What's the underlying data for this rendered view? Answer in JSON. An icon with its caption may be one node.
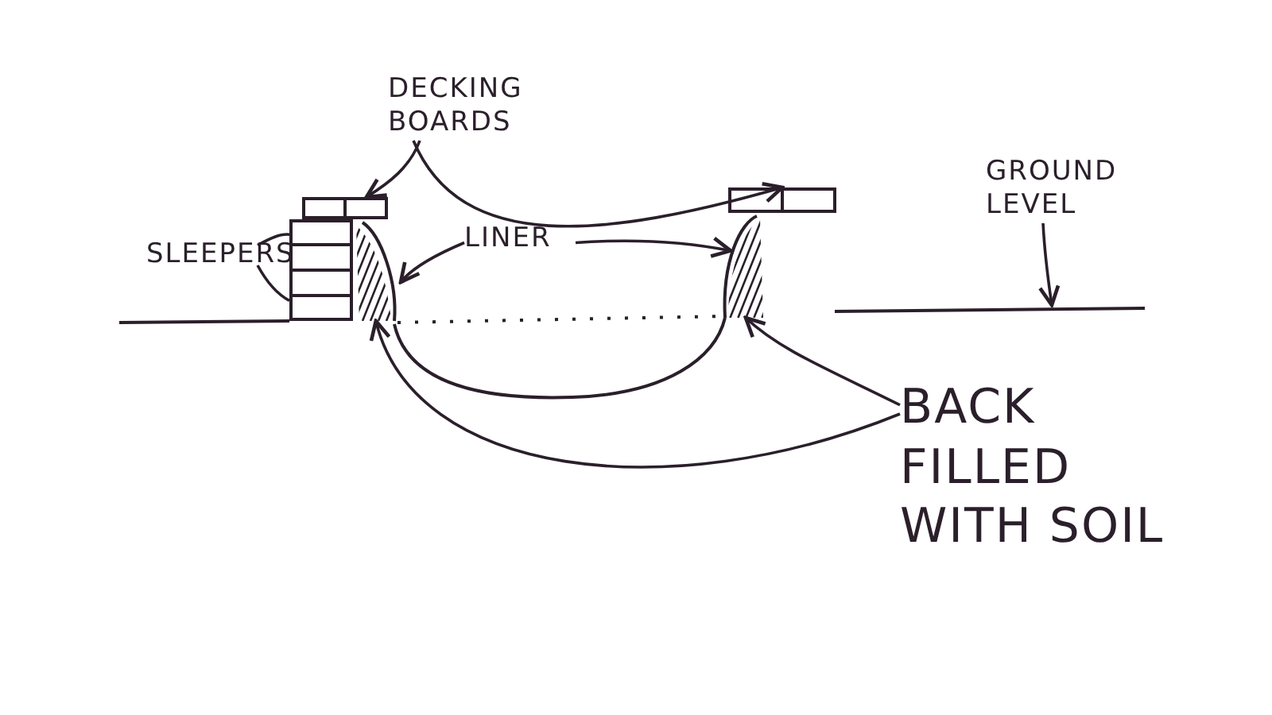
{
  "diagram": {
    "nodes": [
      {
        "text": [
          "DECKING BOARDS"
        ]
      },
      {
        "text": [],
        "shape": "box"
      },
      {
        "text": [],
        "shape": "box"
      },
      {
        "text": [
          "SLEEPERS"
        ]
      },
      {
        "text": [],
        "shape": "box"
      },
      {
        "text": [
          "LINER"
        ]
      },
      {
        "text": [],
        "shape": "line"
      },
      {
        "text": [],
        "shape": "line"
      },
      {
        "text": [
          "GROUND LEVEL"
        ]
      },
      {
        "text": [],
        "shape": "line"
      },
      {
        "text": [
          "BACK FILLED WITH SOIL"
        ]
      },
      {
        "text": [],
        "shape": "hatching"
      },
      {
        "text": [],
        "shape": "hatching"
      }
    ],
    "edges": [
      {
        "from": 0,
        "to": 1,
        "arrow": "to"
      },
      {
        "from": 0,
        "to": 2,
        "arrow": "to"
      },
      {
        "from": 3,
        "to": 4,
        "arrow": "none"
      },
      {
        "from": 3,
        "to": 4,
        "arrow": "none"
      },
      {
        "from": 5,
        "to": 6,
        "arrow": "to"
      },
      {
        "from": 5,
        "to": 7,
        "arrow": "to"
      },
      {
        "from": 8,
        "to": 9,
        "arrow": "to"
      },
      {
        "from": 10,
        "to": 11,
        "arrow": "to"
      },
      {
        "from": 10,
        "to": 12,
        "arrow": "to"
      }
    ]
  }
}
